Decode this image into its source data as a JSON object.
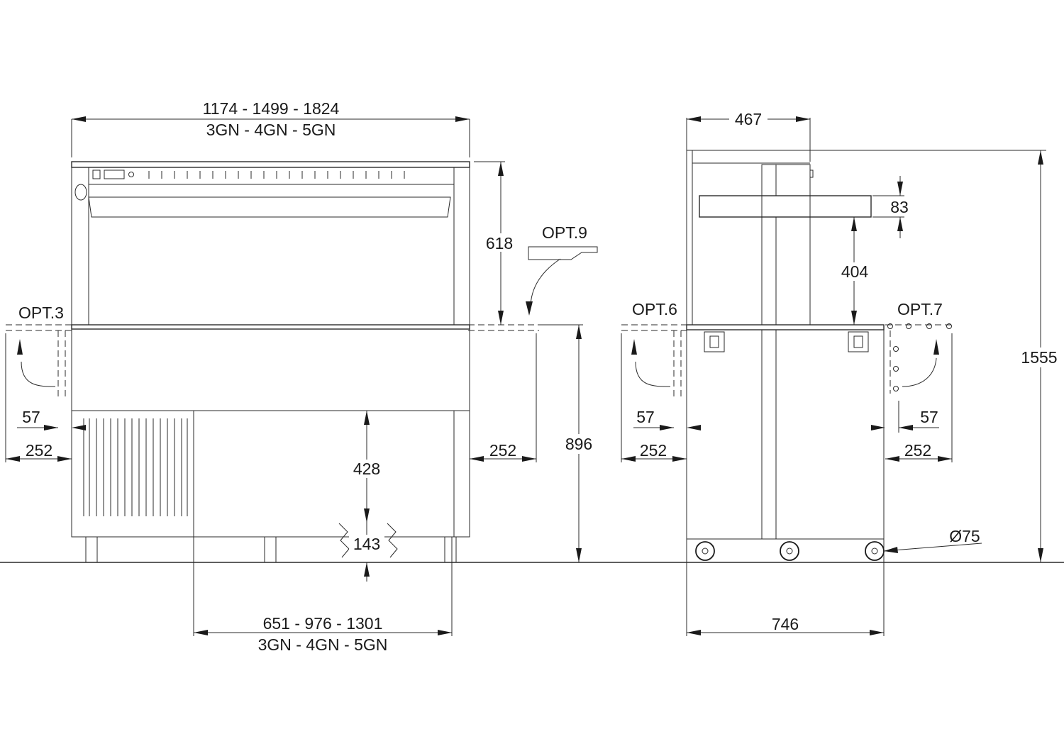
{
  "front_view": {
    "overall_width": "1174 - 1499 - 1824",
    "overall_width_gn": "3GN - 4GN - 5GN",
    "canopy_height": "618",
    "counter_height": "896",
    "left_shelf_offset": "57",
    "left_shelf_depth": "252",
    "right_shelf_depth": "252",
    "cabinet_height": "428",
    "leg_height": "143",
    "cabinet_width": "651 - 976 - 1301",
    "cabinet_width_gn": "3GN - 4GN - 5GN",
    "option_left": "OPT.3",
    "option_top": "OPT.9"
  },
  "side_view": {
    "top_depth": "467",
    "overall_height": "1555",
    "shelf_thickness": "83",
    "shelf_clearance": "404",
    "left_option": "OPT.6",
    "right_option": "OPT.7",
    "left_offset": "57",
    "right_offset": "57",
    "left_shelf_depth": "252",
    "right_shelf_depth": "252",
    "castor_diameter": "Ø75",
    "base_depth": "746"
  }
}
